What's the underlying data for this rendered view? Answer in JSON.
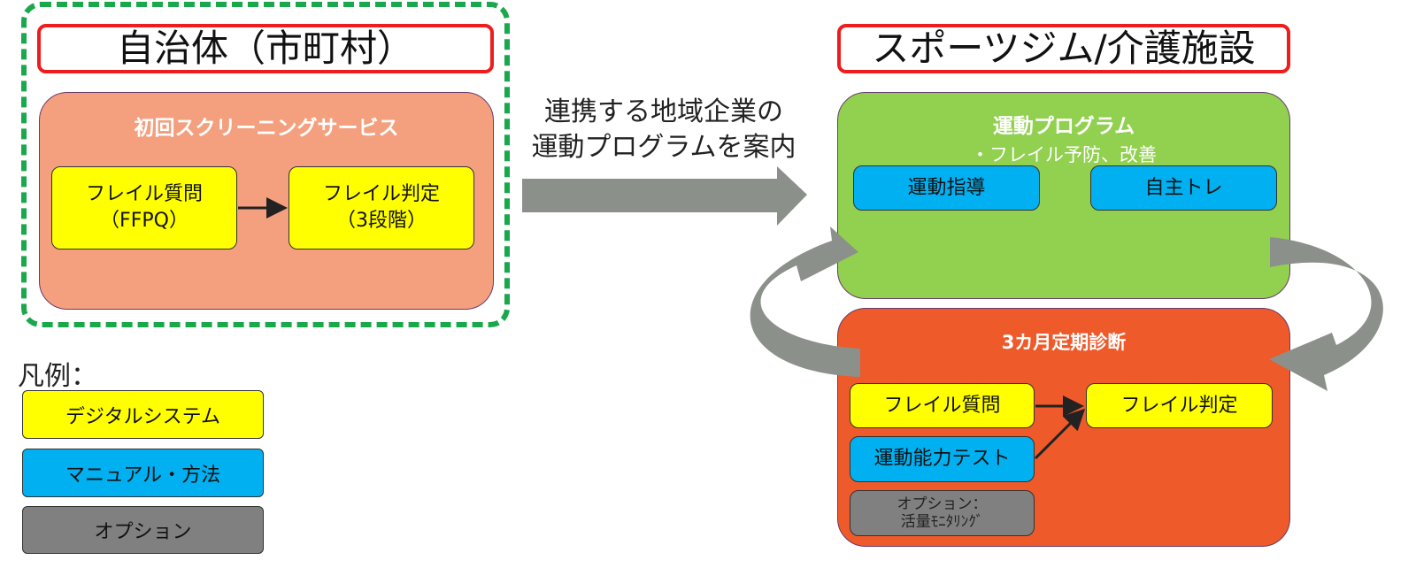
{
  "colors": {
    "digital": "#ffff00",
    "manual": "#00b0f0",
    "option": "#808080",
    "municipality_panel": "#f4a07e",
    "exercise_panel": "#92d050",
    "diagnosis_panel": "#ee5a2a",
    "title_border": "#ee1c1c",
    "group_border": "#1aa84c",
    "flow_arrow": "#8b918a"
  },
  "municipality": {
    "title": "自治体（市町村）",
    "service_title": "初回スクリーニングサービス",
    "frail_question": {
      "line1": "フレイル質問",
      "line2": "（FFPQ）"
    },
    "frail_judgement": {
      "line1": "フレイル判定",
      "line2": "（3段階）"
    }
  },
  "connector": {
    "line1": "連携する地域企業の",
    "line2": "運動プログラムを案内"
  },
  "facility": {
    "title": "スポーツジム/介護施設",
    "program": {
      "title": "運動プログラム",
      "subtitle": "・フレイル予防、改善",
      "guidance": "運動指導",
      "self_training": "自主トレ"
    },
    "diagnosis": {
      "title": "3カ月定期診断",
      "frail_question": "フレイル質問",
      "motor_test": "運動能力テスト",
      "frail_judgement": "フレイル判定",
      "option_line1": "オプション：",
      "option_line2": "活量ﾓﾆﾀﾘﾝｸﾞ"
    }
  },
  "legend": {
    "title": "凡例：",
    "digital": "デジタルシステム",
    "manual": "マニュアル・方法",
    "option": "オプション"
  }
}
